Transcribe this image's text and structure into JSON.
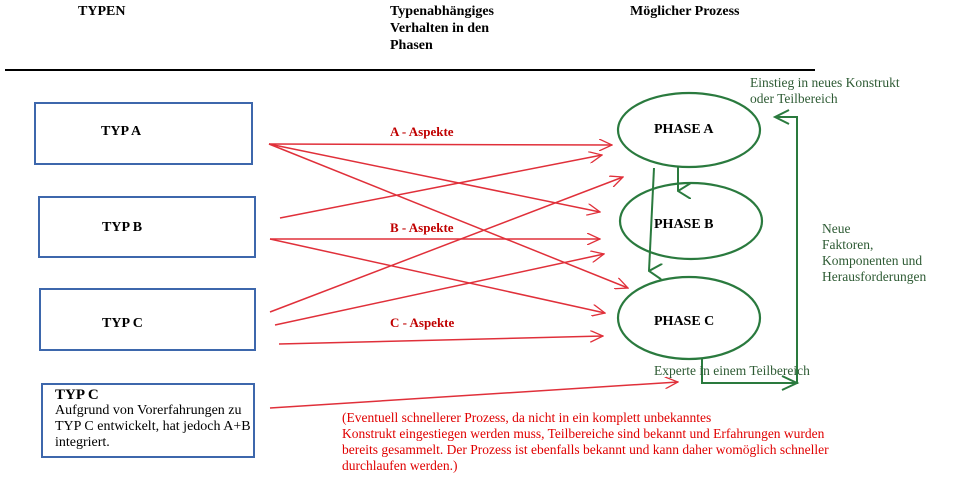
{
  "headers": {
    "types": "TYPEN",
    "behavior": "Typenabhängiges\nVerhalten in den\nPhasen",
    "process": "Möglicher Prozess"
  },
  "types": [
    {
      "label": "TYP A"
    },
    {
      "label": "TYP B"
    },
    {
      "label": "TYP C"
    }
  ],
  "special_type": {
    "title": "TYP C",
    "description": "Aufgrund von Vorerfahrungen zu TYP C entwickelt, hat jedoch A+B integriert."
  },
  "aspects": [
    {
      "label": "A - Aspekte"
    },
    {
      "label": "B - Aspekte"
    },
    {
      "label": "C - Aspekte"
    }
  ],
  "phases": [
    {
      "label": "PHASE A"
    },
    {
      "label": "PHASE B"
    },
    {
      "label": "PHASE C"
    }
  ],
  "annotations": {
    "entry": "Einstieg in neues Konstrukt\noder Teilbereich",
    "new_factors": "Neue\nFaktoren,\nKomponenten und\nHerausforderungen",
    "expert": "Experte in einem Teilbereich",
    "faster_process_note": "(Eventuell schnellerer Prozess, da nicht in ein komplett unbekanntes\nKonstrukt eingestiegen werden muss, Teilbereiche sind bekannt und Erfahrungen wurden\nbereits gesammelt. Der Prozess ist ebenfalls bekannt und kann daher womöglich schneller\ndurchlaufen werden.)"
  },
  "colors": {
    "type_box_border": "#3d67ac",
    "aspect_arrow": "#e0303a",
    "aspect_text": "#c00000",
    "phase_green": "#2a7a3e",
    "annotation_green": "#2e5b34",
    "note_red": "#e00000"
  }
}
